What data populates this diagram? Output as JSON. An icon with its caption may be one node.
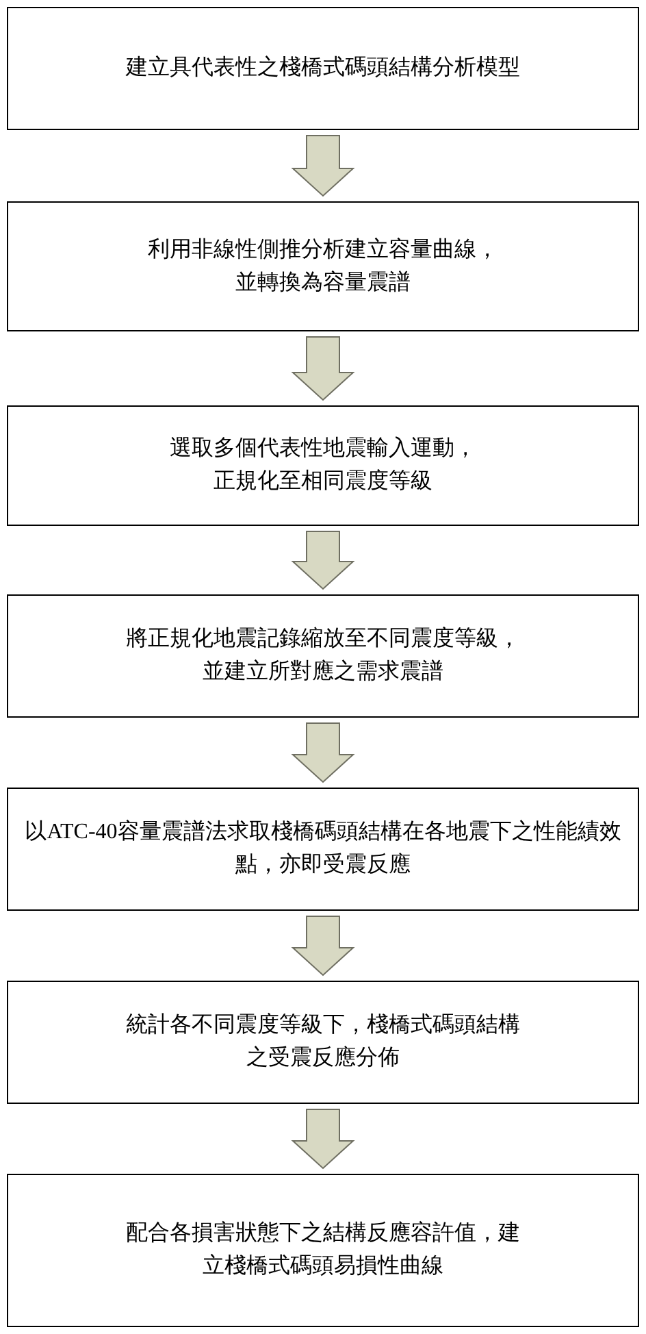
{
  "diagram": {
    "nodes": [
      {
        "text": [
          "建立具代表性之棧橋式碼頭結構分析模型"
        ]
      },
      {
        "text": [
          "利用非線性側推分析建立容量曲線，並轉換為容量震譜"
        ]
      },
      {
        "text": [
          "選取多個代表性地震輸入運動，正規化至相同震度等級"
        ]
      },
      {
        "text": [
          "將正規化地震記錄縮放至不同震度等級，並建立所對應之需求震譜"
        ]
      },
      {
        "text": [
          "以ATC-40容量震譜法求取棧橋碼頭結構在各地震下之性能績效點，亦即受震反應"
        ]
      },
      {
        "text": [
          "統計各不同震度等級下，棧橋式碼頭結構之受震反應分佈"
        ]
      },
      {
        "text": [
          "配合各損害狀態下之結構反應容許值，建立棧橋式碼頭易損性曲線"
        ]
      }
    ],
    "edges": [
      {
        "from": 0,
        "to": 1,
        "arrow": "to"
      },
      {
        "from": 1,
        "to": 2,
        "arrow": "to"
      },
      {
        "from": 2,
        "to": 3,
        "arrow": "to"
      },
      {
        "from": 3,
        "to": 4,
        "arrow": "to"
      },
      {
        "from": 4,
        "to": 5,
        "arrow": "to"
      },
      {
        "from": 5,
        "to": 6,
        "arrow": "to"
      }
    ]
  }
}
